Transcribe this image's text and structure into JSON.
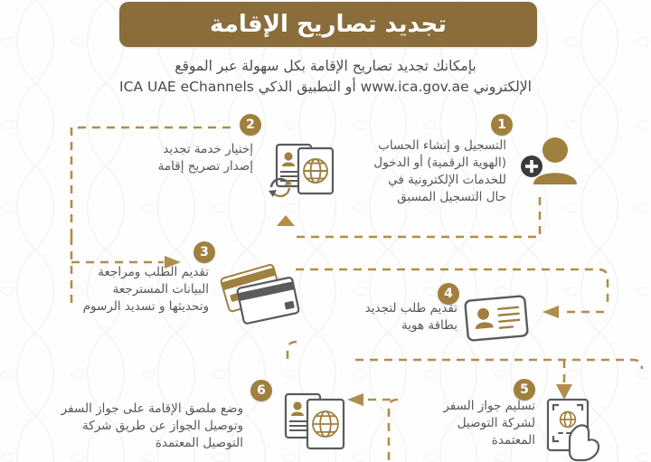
{
  "header": {
    "banner_title": "تجديد تصاريح الإقامة",
    "subtitle_line1": "بإمكانك تجديد تصاريح الإقامة بكل سهولة عبر الموقع",
    "subtitle_line2_a": "الإلكتروني",
    "subtitle_line2_url": "www.ica.gov.ae",
    "subtitle_line2_b": "أو التطبيق الذكي",
    "subtitle_line2_app": "ICA UAE eChannels"
  },
  "colors": {
    "banner_brown": "#8a6d3b",
    "circle_gold": "#a0803f",
    "dash_gold": "#b08d4d",
    "text_gray": "#55565a",
    "icon_gold": "#a0803f",
    "icon_gray": "#5a5b5f"
  },
  "steps": [
    {
      "number": "1",
      "icon": "person-add-icon",
      "lines": [
        "التسجيل و إنشاء الحساب",
        "(الهوية الرقمية) أو الدخول",
        "للخدمات الإلكترونية في",
        "حال التسجيل المسبق"
      ]
    },
    {
      "number": "2",
      "icon": "passport-renew-icon",
      "lines": [
        "إختيار خدمة تجديد",
        "إصدار تصريح إقامة"
      ]
    },
    {
      "number": "3",
      "icon": "payment-cards-icon",
      "lines": [
        "تقديم الطلب ومراجعة",
        "البيانات المسترجعة",
        "وتحديثها و تسديد الرسوم"
      ]
    },
    {
      "number": "4",
      "icon": "id-card-icon",
      "lines": [
        "تقديم طلب لتجديد",
        "بطاقة هوية"
      ]
    },
    {
      "number": "5",
      "icon": "passport-handover-icon",
      "lines": [
        "تسليم جواز السفر",
        "لشركة التوصيل",
        "المعتمدة"
      ]
    },
    {
      "number": "6",
      "icon": "passport-sticker-icon",
      "lines": [
        "وضع ملصق الإقامة على جواز السفر",
        "وتوصيل الجواز عن طريق شركة",
        "التوصيل المعتمدة"
      ]
    }
  ]
}
